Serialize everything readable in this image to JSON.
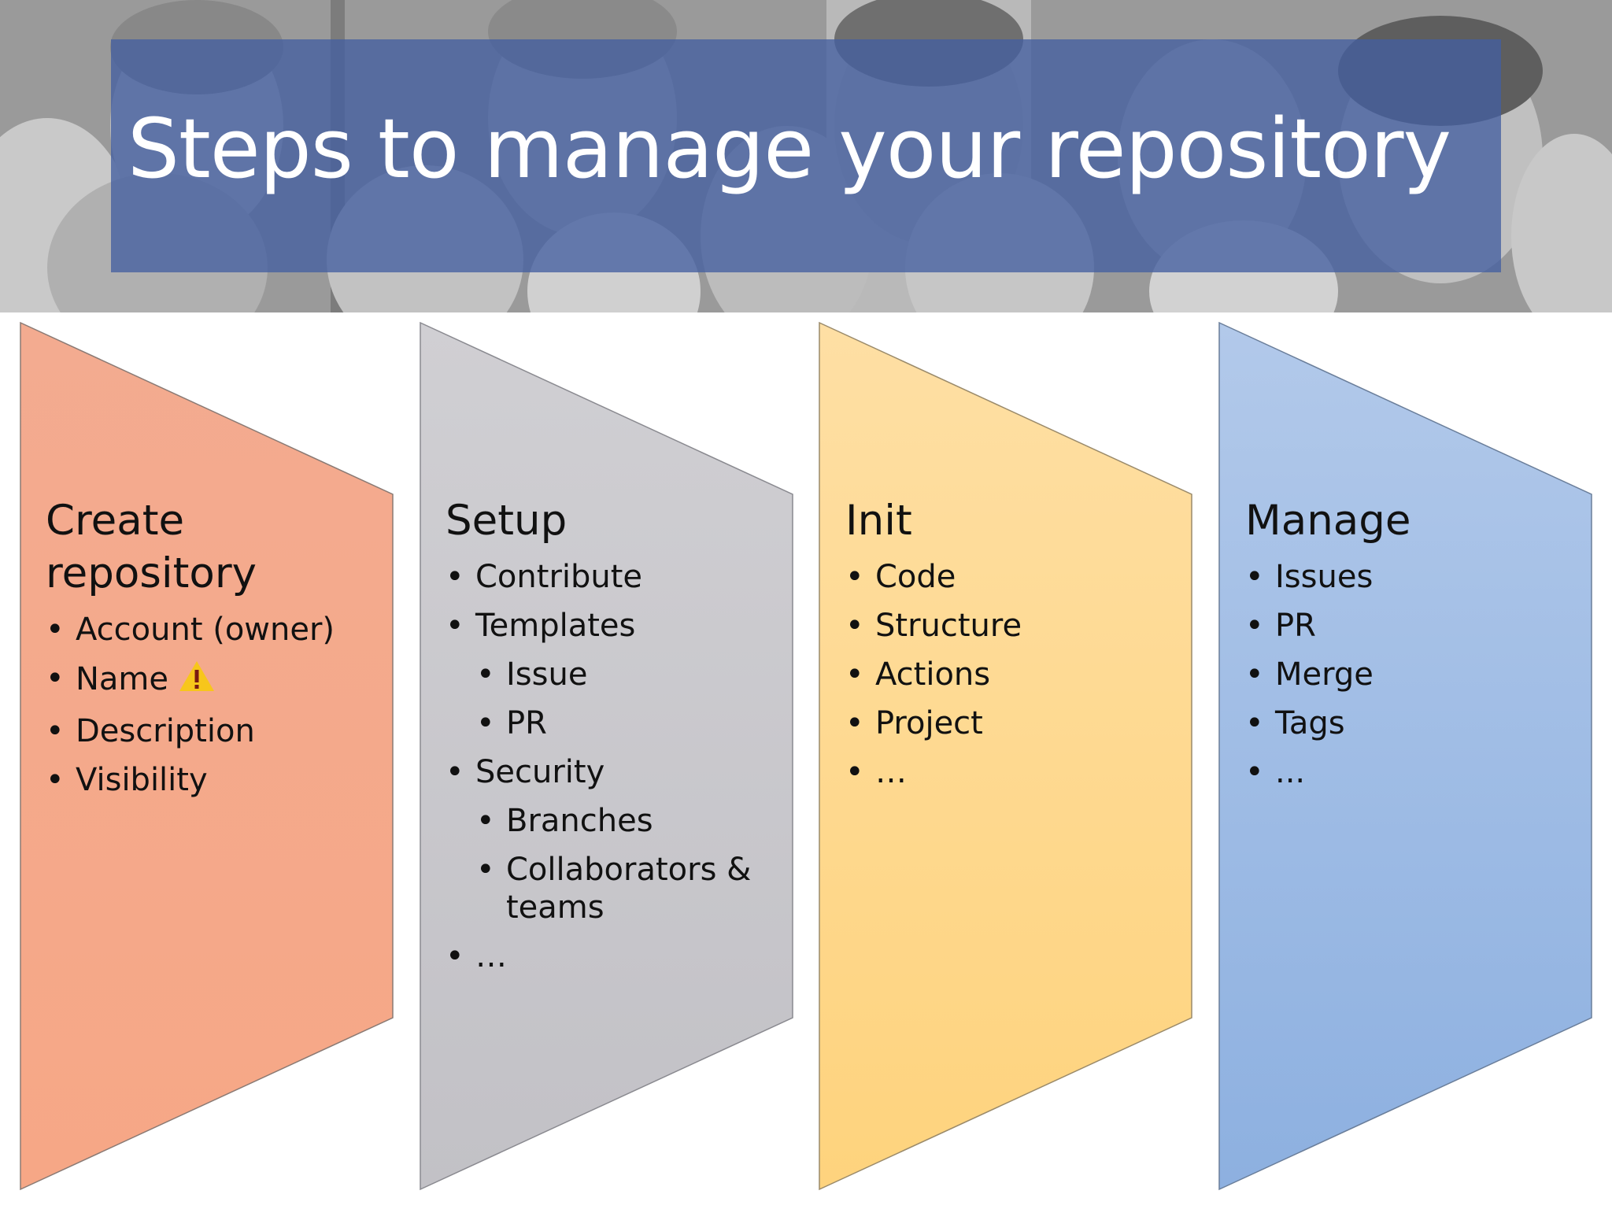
{
  "slide": {
    "title": "Steps to manage your repository"
  },
  "colors": {
    "title_band": "#445fa0",
    "create": "#f4a98a",
    "setup": "#c8c7cc",
    "init": "#fdd98e",
    "manage": "#9fbbe4"
  },
  "panels": [
    {
      "title": "Create repository",
      "items": [
        {
          "text": "Account (owner)",
          "level": 1
        },
        {
          "text": "Name",
          "level": 1,
          "icon": "warning-icon"
        },
        {
          "text": "Description",
          "level": 1
        },
        {
          "text": "Visibility",
          "level": 1
        }
      ]
    },
    {
      "title": "Setup",
      "items": [
        {
          "text": "Contribute",
          "level": 1
        },
        {
          "text": "Templates",
          "level": 1
        },
        {
          "text": "Issue",
          "level": 2
        },
        {
          "text": "PR",
          "level": 2
        },
        {
          "text": "Security",
          "level": 1
        },
        {
          "text": "Branches",
          "level": 2
        },
        {
          "text": "Collaborators & teams",
          "level": 2
        },
        {
          "text": "…",
          "level": 1
        }
      ]
    },
    {
      "title": "Init",
      "items": [
        {
          "text": "Code",
          "level": 1
        },
        {
          "text": "Structure",
          "level": 1
        },
        {
          "text": "Actions",
          "level": 1
        },
        {
          "text": "Project",
          "level": 1
        },
        {
          "text": "…",
          "level": 1
        }
      ]
    },
    {
      "title": "Manage",
      "items": [
        {
          "text": "Issues",
          "level": 1
        },
        {
          "text": "PR",
          "level": 1
        },
        {
          "text": "Merge",
          "level": 1
        },
        {
          "text": "Tags",
          "level": 1
        },
        {
          "text": "...",
          "level": 1
        }
      ]
    }
  ]
}
